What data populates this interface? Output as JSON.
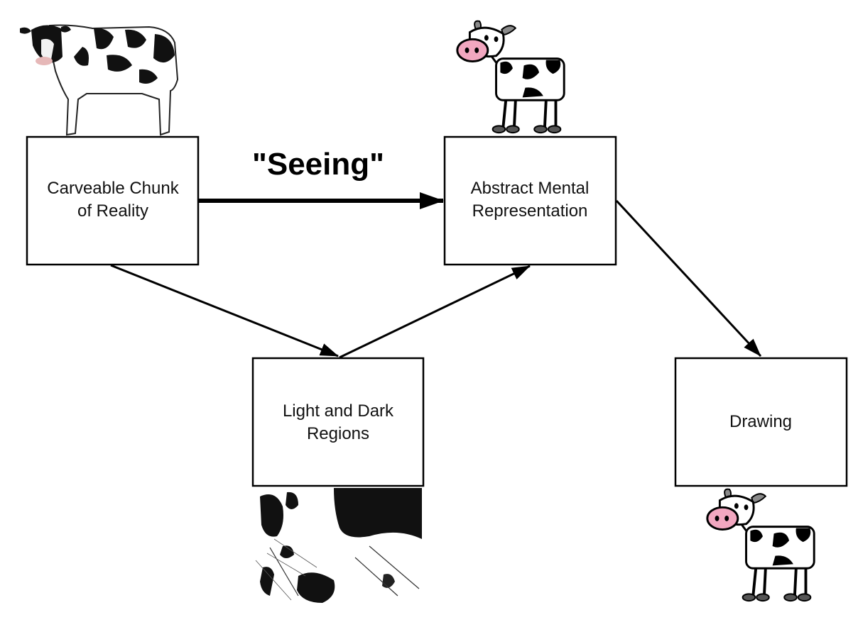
{
  "nodes": {
    "reality": {
      "line1": "Carveable Chunk",
      "line2": "of Reality"
    },
    "mental": {
      "line1": "Abstract Mental",
      "line2": "Representation"
    },
    "regions": {
      "line1": "Light and Dark",
      "line2": "Regions"
    },
    "drawing": {
      "line1": "Drawing"
    }
  },
  "edges": {
    "seeing_label": "\"Seeing\""
  },
  "pictures": {
    "real_cow": "photo-cow",
    "cartoon_cow_top": "cartoon-cow",
    "light_dark_image": "high-contrast-cow-detail",
    "cartoon_cow_bottom": "cartoon-cow"
  },
  "colors": {
    "stroke": "#000000",
    "cow_pink": "#f2a7c0",
    "horn_grey": "#8a8a8a"
  }
}
